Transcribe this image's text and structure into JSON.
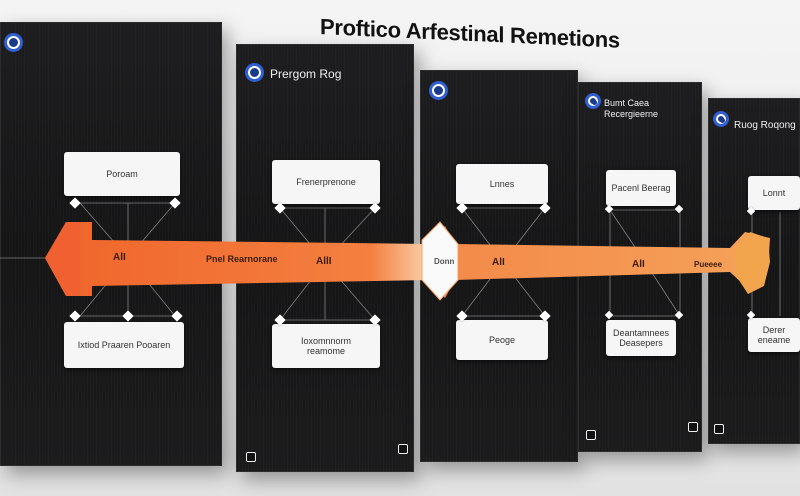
{
  "title": "Proftico Arfestinal Remetions",
  "panels": [
    {
      "title": "",
      "top_card": "Poroam",
      "bottom_card": "Ixtiod Praaren Pooaren"
    },
    {
      "title": "Prergom Rog",
      "top_card": "Frenerprenone",
      "bottom_card": "Ioxomnnorm reamome"
    },
    {
      "title": "",
      "top_card": "Lnnes",
      "bottom_card": "Peoge"
    },
    {
      "title": "Bumt Caea Recergieerne",
      "top_card": "Pacenl Beerag",
      "bottom_card": "Deantamnees Deasepers"
    },
    {
      "title": "Ruog Roqong",
      "top_card": "Lonnt",
      "bottom_card": "Derer eneame"
    }
  ],
  "arrow_labels": [
    "AlI",
    "Pnel Rearnorane",
    "AllI",
    "Donn",
    "AlI",
    "AlI",
    "Pueeee"
  ],
  "colors": {
    "accent": "#f07a3a",
    "accent_light": "#f4c49c",
    "panel": "#181819",
    "card": "#f6f6f6"
  },
  "icons": [
    "badge-icon",
    "diamond-connector-icon",
    "corner-square-icon"
  ]
}
